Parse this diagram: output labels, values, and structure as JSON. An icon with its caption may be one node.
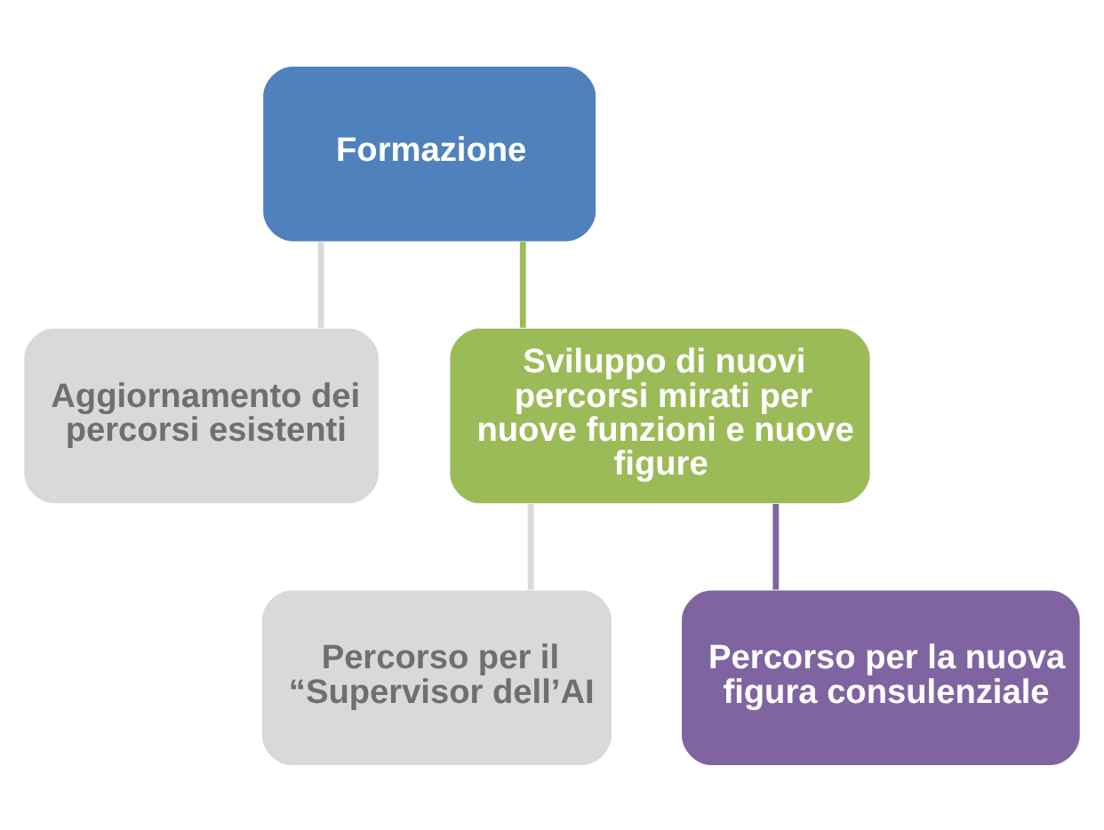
{
  "diagram": {
    "nodes": [
      {
        "text": [
          "Formazione"
        ]
      },
      {
        "text": [
          "Aggiornamento dei percorsi esistenti"
        ]
      },
      {
        "text": [
          "Sviluppo di nuovi percorsi mirati per nuove funzioni e nuove figure"
        ]
      },
      {
        "text": [
          "Percorso per il “Supervisor dell’AI"
        ]
      },
      {
        "text": [
          "Percorso per la nuova figura consulenziale"
        ]
      }
    ],
    "edges": [
      {
        "from": 0,
        "to": 1,
        "arrow": "none",
        "color": "#d9d9d9"
      },
      {
        "from": 0,
        "to": 2,
        "arrow": "none",
        "color": "#9bbb59"
      },
      {
        "from": 2,
        "to": 3,
        "arrow": "none",
        "color": "#d9d9d9"
      },
      {
        "from": 2,
        "to": 4,
        "arrow": "none",
        "color": "#8064a2"
      }
    ]
  }
}
